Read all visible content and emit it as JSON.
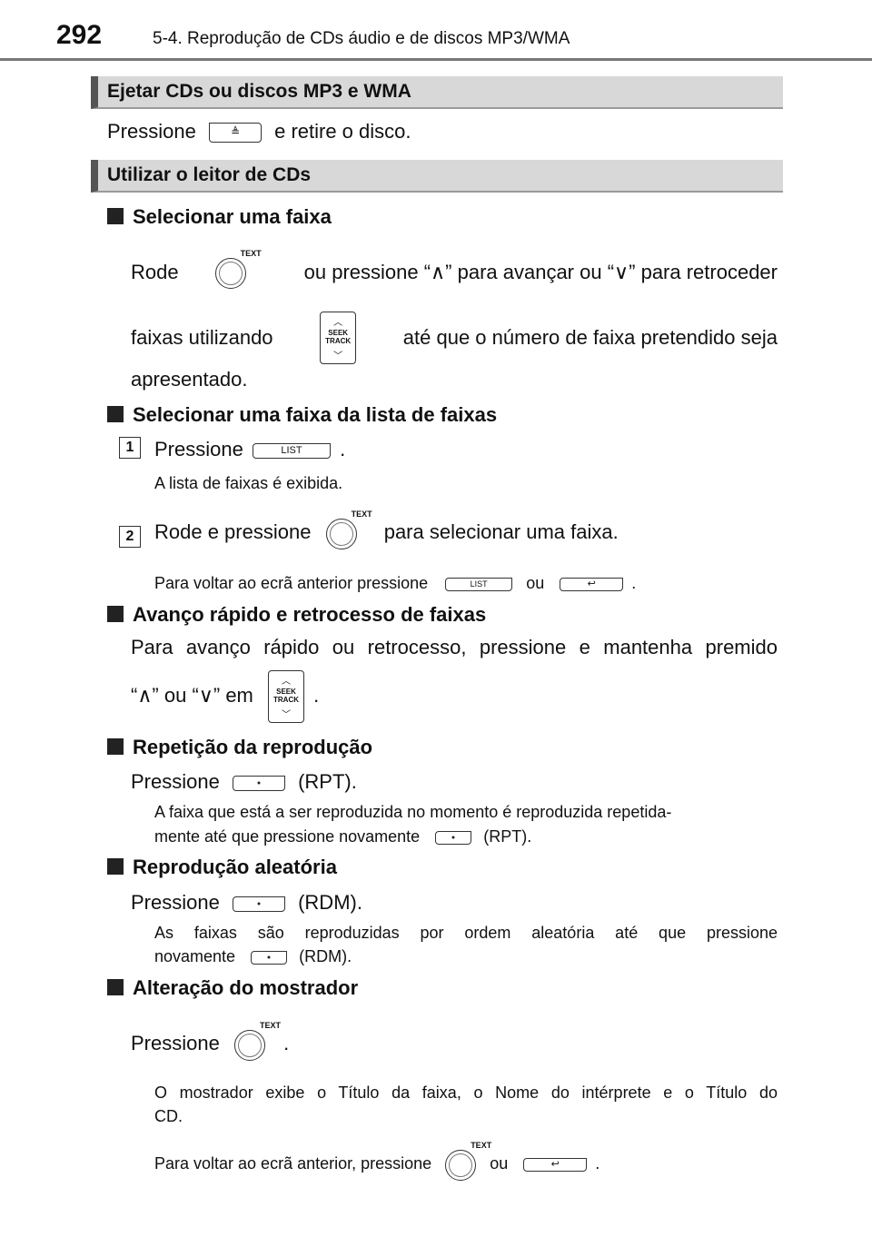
{
  "header": {
    "page_number": "292",
    "running_title": "5-4. Reprodução de CDs áudio e de discos MP3/WMA"
  },
  "section1": {
    "title": "Ejetar CDs ou discos MP3 e WMA",
    "text_before": "Pressione",
    "text_after": "e retire o disco."
  },
  "section2": {
    "title": "Utilizar o leitor de CDs"
  },
  "select_track": {
    "heading": "Selecionar uma faixa",
    "line1_a": "Rode",
    "line1_b": "ou pressione “",
    "up_sym": "∧",
    "line1_c": "” para avançar ou “",
    "down_sym": "∨",
    "line1_d": "” para retroceder",
    "line2_a": "faixas utilizando",
    "line2_b": "até que o número de faixa pretendido seja",
    "line3": "apresentado."
  },
  "select_list": {
    "heading": "Selecionar uma faixa da lista de faixas",
    "step1_num": "1",
    "step1_a": "Pressione",
    "step1_b": ".",
    "step1_note": "A lista de faixas é exibida.",
    "step2_num": "2",
    "step2_a": "Rode e pressione",
    "step2_b": "para selecionar uma faixa.",
    "step2_note_a": "Para voltar ao ecrã anterior pressione",
    "step2_note_b": "ou",
    "step2_note_c": "."
  },
  "fast": {
    "heading": "Avanço rápido e retrocesso de faixas",
    "line1": "Para avanço rápido ou retrocesso, pressione e mantenha premido",
    "line2_a": "“∧” ou “∨” em",
    "line2_b": "."
  },
  "repeat": {
    "heading": "Repetição da reprodução",
    "line_a": "Pressione",
    "line_b": "(RPT).",
    "note1": "A faixa que está a ser reproduzida no momento é reproduzida repetida-",
    "note2_a": "mente até que pressione novamente",
    "note2_b": "(RPT)."
  },
  "random": {
    "heading": "Reprodução aleatória",
    "line_a": "Pressione",
    "line_b": "(RDM).",
    "note1": "As faixas são reproduzidas por ordem aleatória até que pressione",
    "note2_a": "novamente",
    "note2_b": "(RDM)."
  },
  "display": {
    "heading": "Alteração do mostrador",
    "line_a": "Pressione",
    "line_b": ".",
    "note1": "O mostrador exibe o Título da faixa, o Nome do intérprete e o Título do",
    "note2": "CD.",
    "note3_a": "Para voltar ao ecrã anterior, pressione",
    "note3_b": "ou",
    "note3_c": "."
  },
  "icons": {
    "knob_label": "TEXT",
    "list_label": "LIST",
    "seek_top": "SEEK",
    "seek_bottom": "TRACK",
    "eject_glyph": "≜",
    "back_glyph": "↩"
  }
}
